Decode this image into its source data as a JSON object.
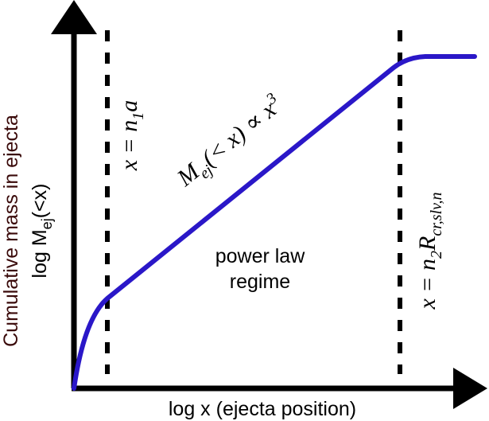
{
  "diagram": {
    "x_axis_label": "log x  (ejecta position)",
    "y_axis_label_line1": "Cumulative mass in ejecta",
    "y_axis_label_line2_prefix": "log M",
    "y_axis_label_line2_sub": "ej",
    "y_axis_label_line2_suffix": "(<x)",
    "region_label_line1": "power law",
    "region_label_line2": "regime",
    "curve_label": {
      "M": "M",
      "sub": "ej",
      "rest": "(< x) ∝ x",
      "sup": "3"
    },
    "left_marker": {
      "lhs": "x = n",
      "sub": "1",
      "rhs": "a"
    },
    "right_marker": {
      "lhs": "x = n",
      "sub": "2",
      "mid": "R",
      "sub2": "cr,slv,n"
    },
    "colors": {
      "curve": "#2a17c8",
      "axes": "#000000",
      "y_label_primary": "#3a0a0a",
      "text": "#000000"
    }
  }
}
